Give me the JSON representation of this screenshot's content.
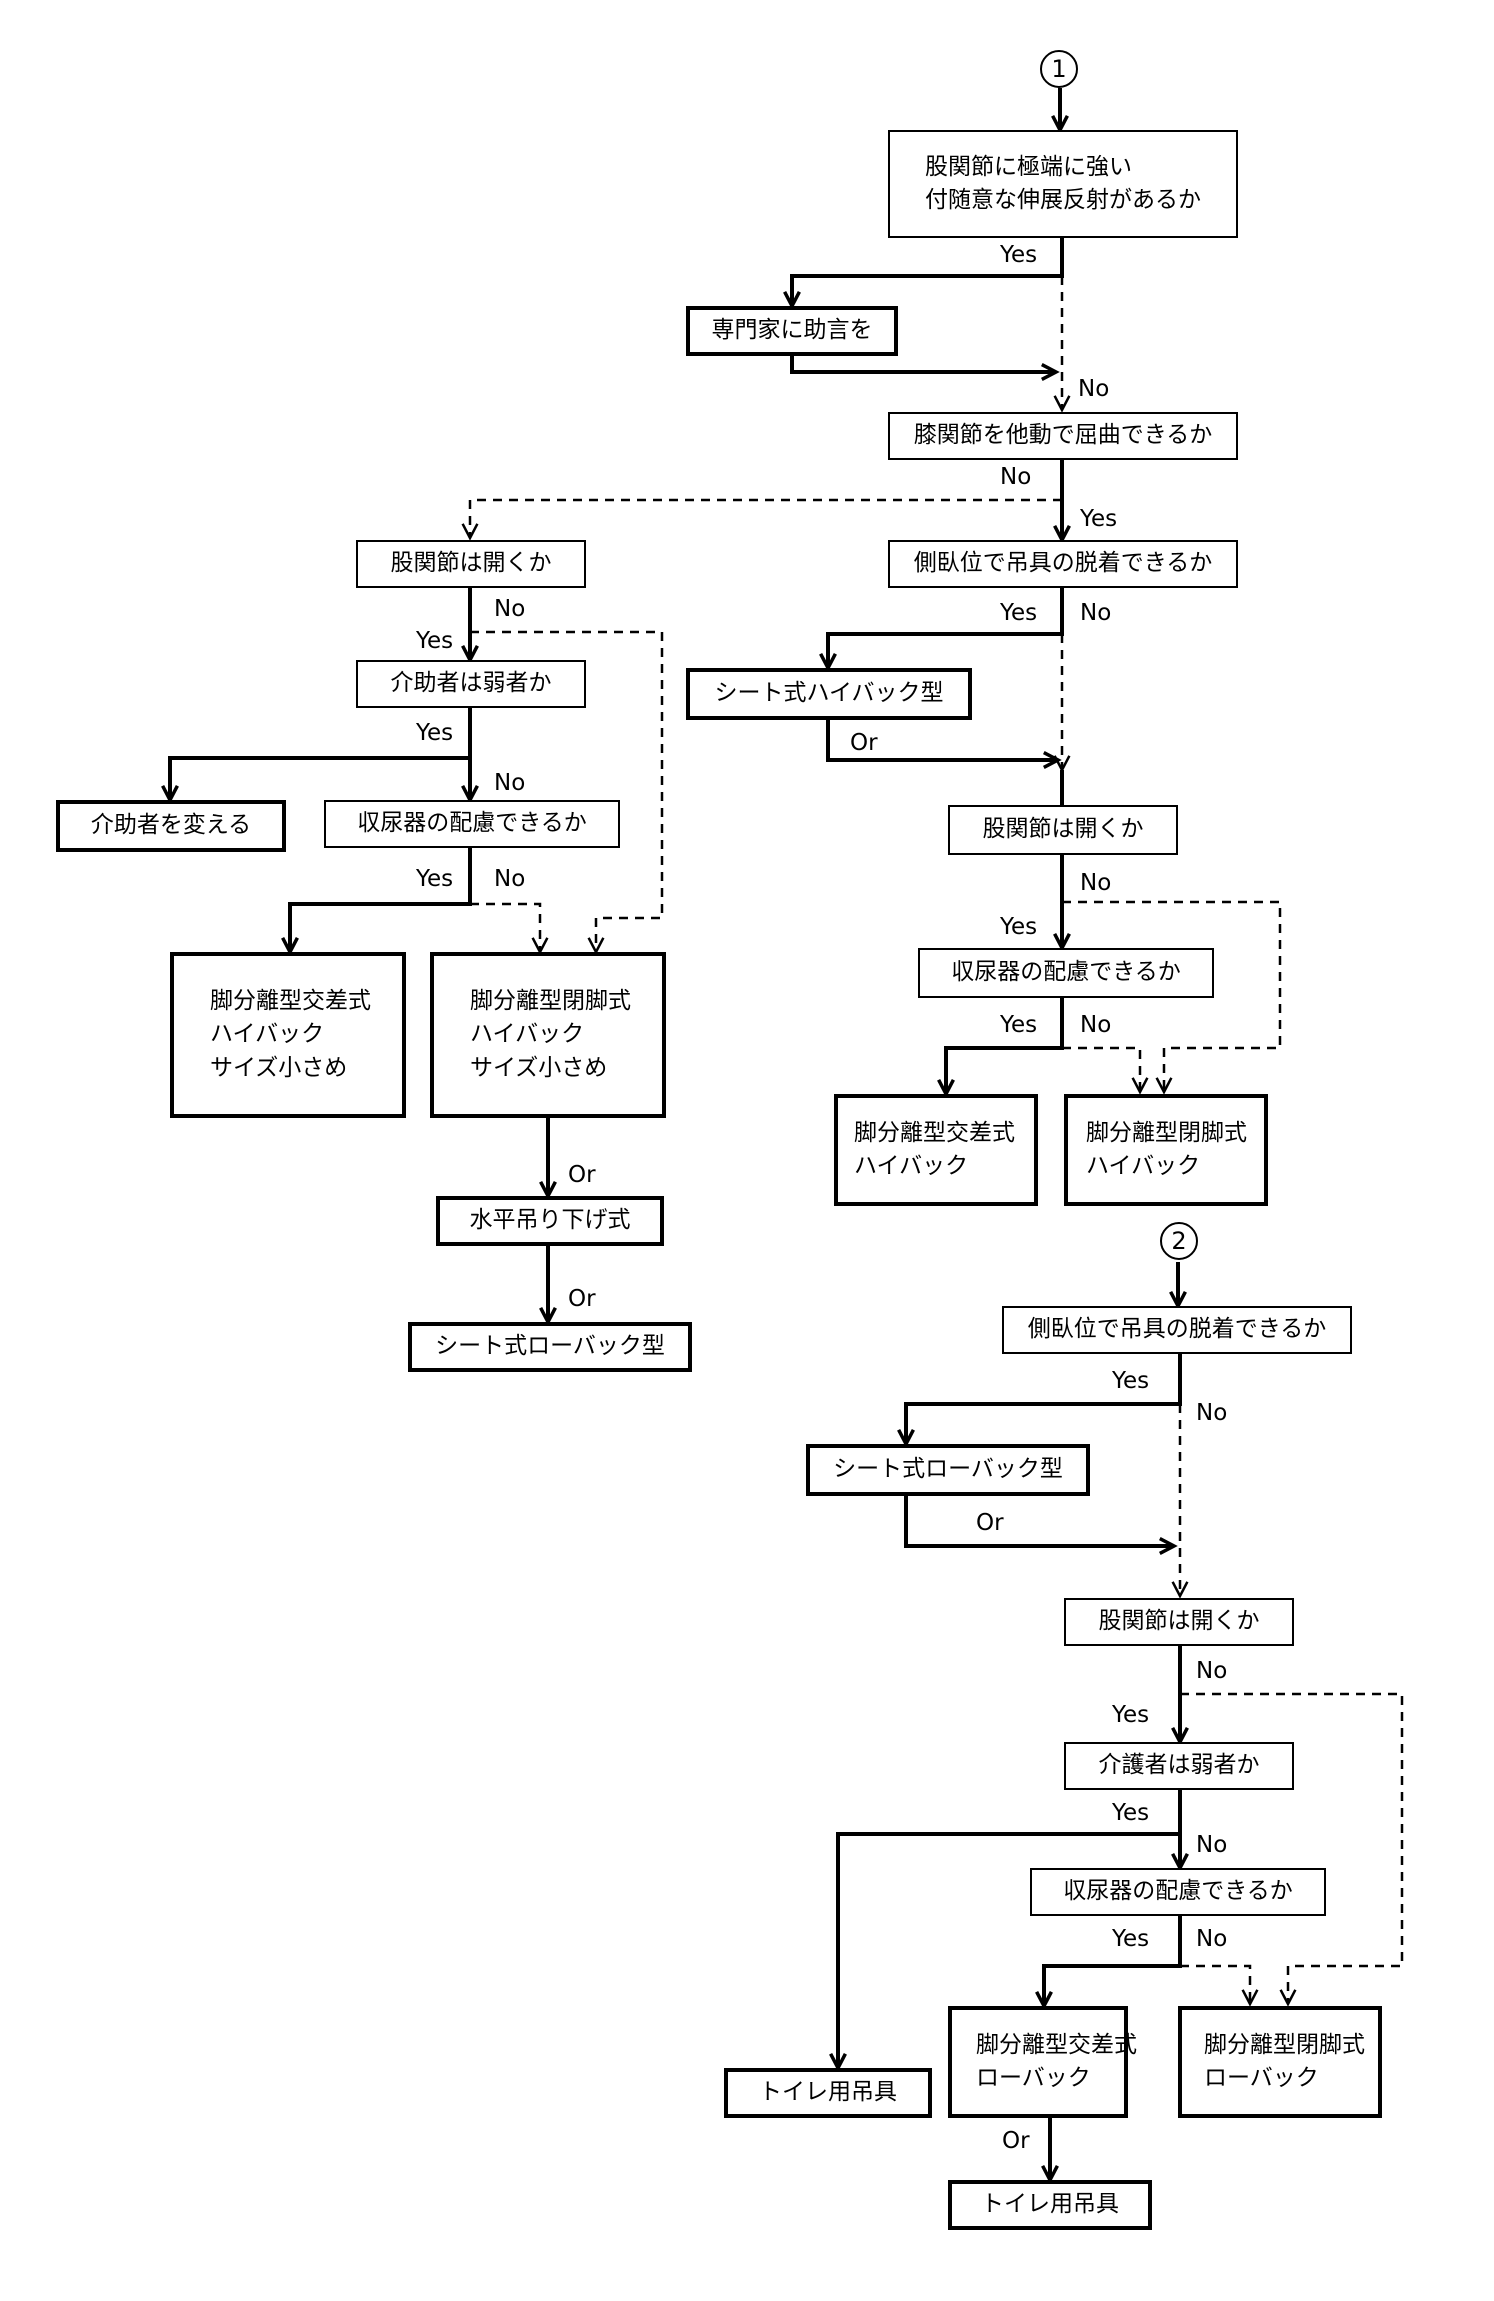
{
  "markers": {
    "one": "1",
    "two": "2"
  },
  "labels": {
    "yes": "Yes",
    "no": "No",
    "or": "Or"
  },
  "nodes": {
    "n1_l1": "股関節に極端に強い",
    "n1_l2": "付随意な伸展反射があるか",
    "n2": "専門家に助言を",
    "n3": "膝関節を他動で屈曲できるか",
    "n4": "股関節は開くか",
    "n5": "側臥位で吊具の脱着できるか",
    "n6": "介助者は弱者か",
    "n7": "シート式ハイバック型",
    "n8": "介助者を変える",
    "n9": "収尿器の配慮できるか",
    "n10": "股関節は開くか",
    "n11_l1": "脚分離型交差式",
    "n11_l2": "ハイバック",
    "n11_l3": "サイズ小さめ",
    "n12_l1": "脚分離型閉脚式",
    "n12_l2": "ハイバック",
    "n12_l3": "サイズ小さめ",
    "n13": "収尿器の配慮できるか",
    "n14_l1": "脚分離型交差式",
    "n14_l2": "ハイバック",
    "n15_l1": "脚分離型閉脚式",
    "n15_l2": "ハイバック",
    "n16": "水平吊り下げ式",
    "n17": "シート式ローバック型",
    "n18": "側臥位で吊具の脱着できるか",
    "n19": "シート式ローバック型",
    "n20": "股関節は開くか",
    "n21": "介護者は弱者か",
    "n22": "収尿器の配慮できるか",
    "n23": "トイレ用吊具",
    "n24_l1": "脚分離型交差式",
    "n24_l2": "ローバック",
    "n25_l1": "脚分離型閉脚式",
    "n25_l2": "ローバック",
    "n26": "トイレ用吊具"
  }
}
